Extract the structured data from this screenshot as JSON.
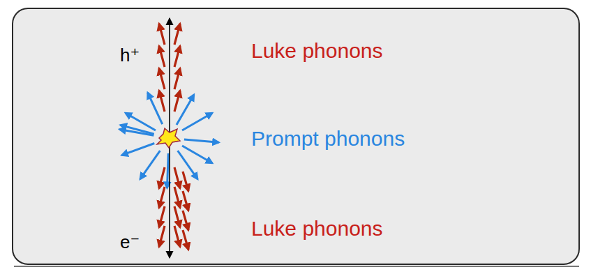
{
  "diagram": {
    "labels": [
      "h⁺",
      "e⁻",
      "Luke phonons",
      "Prompt phonons",
      "Luke phonons"
    ]
  }
}
